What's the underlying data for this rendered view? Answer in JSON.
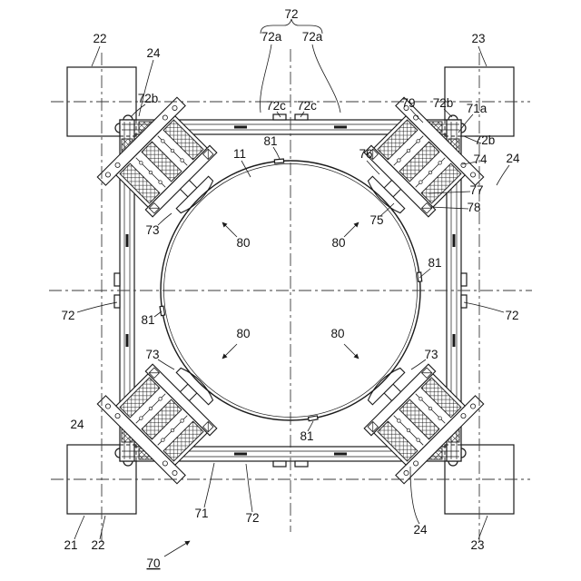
{
  "colors": {
    "background": "#ffffff",
    "line": "#1a1a1a"
  },
  "labels": {
    "brace_72": "72",
    "a72_left": "72a",
    "a72_right": "72a",
    "col_tl": "22",
    "col_tr": "23",
    "beam_tl": "24",
    "hook_tl": "72b",
    "splice_left": "72c",
    "splice_right": "72c",
    "n79": "79",
    "hook_tr": "72b",
    "n71a": "71a",
    "hook_r": "72b",
    "n74": "74",
    "beam_r": "24",
    "n11": "11",
    "pipe_top": "81",
    "n76": "76",
    "n77": "77",
    "n78": "78",
    "n75": "75",
    "clamp_tl": "73",
    "space_tl": "80",
    "space_tr": "80",
    "pipe_r": "81",
    "frame_l": "72",
    "frame_r": "72",
    "pipe_l": "81",
    "space_bl": "80",
    "space_br": "80",
    "clamp_bl": "73",
    "clamp_br": "73",
    "beam_bl": "24",
    "pipe_b": "81",
    "n71": "71",
    "frame_b": "72",
    "n21": "21",
    "col_bl": "22",
    "beam_br": "24",
    "col_br": "23",
    "assembly": "70"
  }
}
